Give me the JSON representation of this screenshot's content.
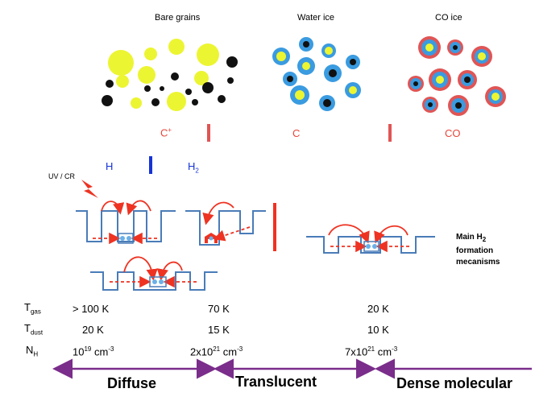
{
  "headers": {
    "bare": "Bare grains",
    "water": "Water ice",
    "co_ice": "CO ice"
  },
  "species": {
    "cplus_base": "C",
    "cplus_sup": "+",
    "c": "C",
    "co": "CO",
    "h": "H",
    "h2_base": "H",
    "h2_sub": "2"
  },
  "uv_label": "UV / CR",
  "mechanisms": {
    "line1_base": "Main H",
    "line1_sub": "2",
    "line2": "formation",
    "line3": "mecanisms"
  },
  "rows": {
    "tgas": {
      "base": "T",
      "sub": "gas",
      "v1": "> 100 K",
      "v2": "70 K",
      "v3": "20 K"
    },
    "tdust": {
      "base": "T",
      "sub": "dust",
      "v1": "20 K",
      "v2": "15 K",
      "v3": "10 K"
    },
    "nh": {
      "base": "N",
      "sub": "H",
      "v1_pre": "10",
      "v1_sup": "19",
      "v1_post": " cm",
      "v2_pre": "2x10",
      "v2_sup": "21",
      "v2_post": " cm",
      "v3_pre": "7x10",
      "v3_sup": "21",
      "v3_post": " cm",
      "unit_sup": "-3"
    }
  },
  "phases": {
    "diffuse": "Diffuse",
    "translucent": "Translucent",
    "dense": "Dense molecular"
  },
  "colors": {
    "grain_yellow": "#ecf531",
    "grain_black": "#111111",
    "ice_blue": "#3a9be0",
    "co_red": "#e05555",
    "arrow_red": "#ee3322",
    "surface_blue": "#4a7cb8",
    "purple": "#7a2d8a",
    "h_blue": "#1533d6"
  }
}
